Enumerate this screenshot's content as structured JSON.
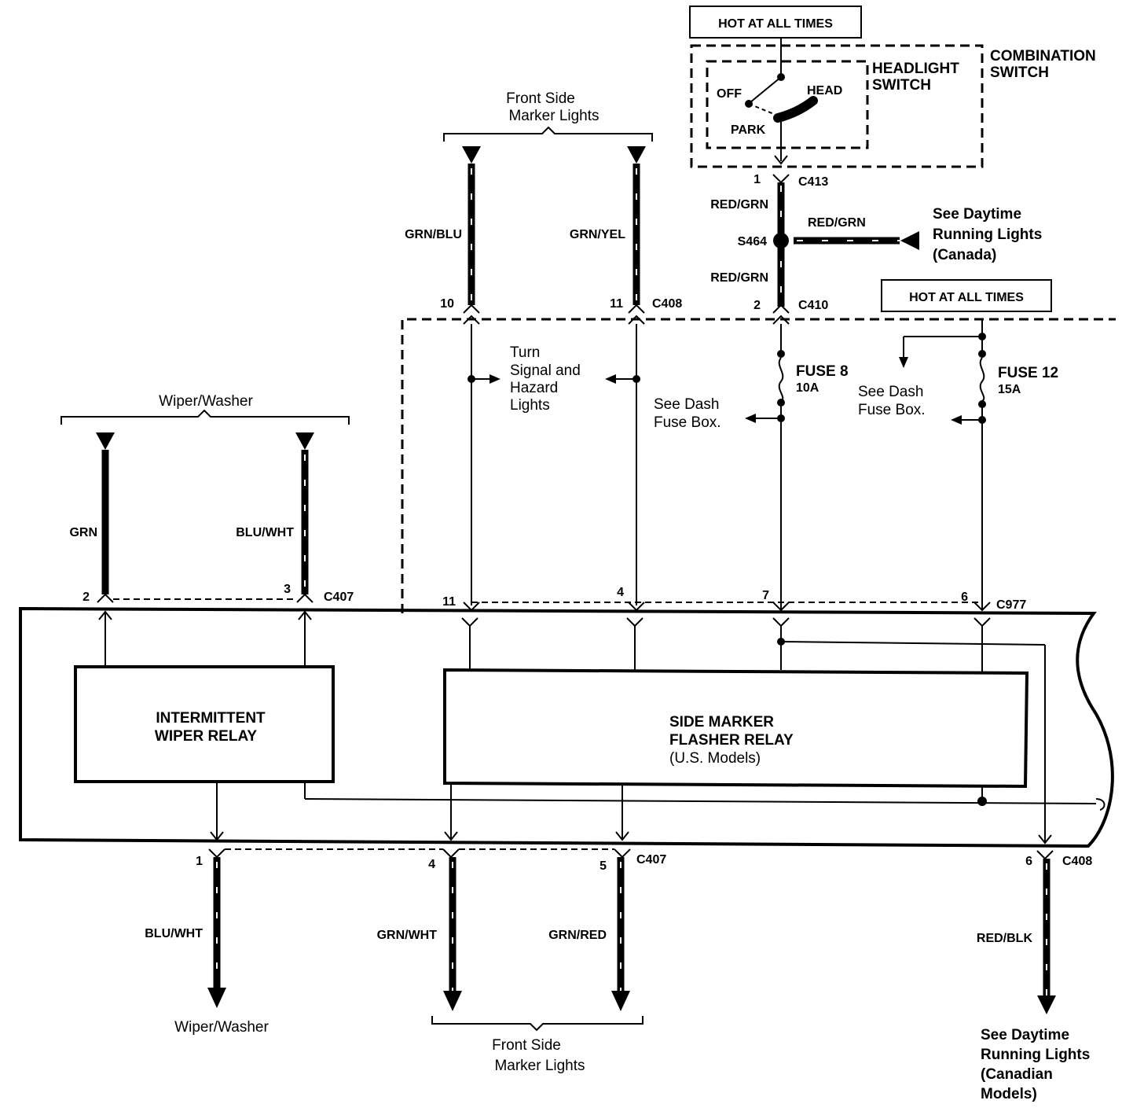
{
  "labels": {
    "hot_at_all_times_1": "HOT AT ALL TIMES",
    "hot_at_all_times_2": "HOT AT ALL TIMES",
    "combination_switch_1": "COMBINATION",
    "combination_switch_2": "SWITCH",
    "headlight_switch_1": "HEADLIGHT",
    "headlight_switch_2": "SWITCH",
    "off": "OFF",
    "head": "HEAD",
    "park": "PARK",
    "front_side_top_1": "Front Side",
    "front_side_top_2": "Marker Lights",
    "front_side_bottom_1": "Front Side",
    "front_side_bottom_2": "Marker Lights",
    "wiper_washer_top": "Wiper/Washer",
    "wiper_washer_bottom": "Wiper/Washer",
    "turn_signal_1": "Turn",
    "turn_signal_2": "Signal and",
    "turn_signal_3": "Hazard",
    "turn_signal_4": "Lights",
    "see_drl_canada_1": "See Daytime",
    "see_drl_canada_2": "Running Lights",
    "see_drl_canada_3": "(Canada)",
    "see_dash_1a": "See Dash",
    "see_dash_1b": "Fuse Box.",
    "see_dash_2a": "See Dash",
    "see_dash_2b": "Fuse Box.",
    "fuse8": "FUSE 8",
    "fuse8_rating": "10A",
    "fuse12": "FUSE 12",
    "fuse12_rating": "15A",
    "see_drl_canadian_1": "See Daytime",
    "see_drl_canadian_2": "Running Lights",
    "see_drl_canadian_3": "(Canadian",
    "see_drl_canadian_4": "Models)",
    "intermittent_1": "INTERMITTENT",
    "intermittent_2": "WIPER RELAY",
    "side_marker_1": "SIDE MARKER",
    "side_marker_2": "FLASHER RELAY",
    "side_marker_3": "(U.S. Models)",
    "splice": "S464"
  },
  "wires": {
    "grn_blu": "GRN/BLU",
    "grn_yel": "GRN/YEL",
    "red_grn_1": "RED/GRN",
    "red_grn_2": "RED/GRN",
    "red_grn_3": "RED/GRN",
    "grn": "GRN",
    "blu_wht_top": "BLU/WHT",
    "blu_wht_bottom": "BLU/WHT",
    "grn_wht": "GRN/WHT",
    "grn_red": "GRN/RED",
    "red_blk": "RED/BLK"
  },
  "connectors": {
    "c413": "C413",
    "c408_top": "C408",
    "c410": "C410",
    "c407_top": "C407",
    "c977": "C977",
    "c407_bottom": "C407",
    "c408_bottom": "C408"
  },
  "pins": {
    "c413_1": "1",
    "c408_10": "10",
    "c408_11": "11",
    "c410_2": "2",
    "c407_2": "2",
    "c407_3": "3",
    "c977_11": "11",
    "c977_4": "4",
    "c977_7": "7",
    "c977_6": "6",
    "c407_1": "1",
    "c407_4": "4",
    "c407_5": "5",
    "c408_6": "6"
  }
}
